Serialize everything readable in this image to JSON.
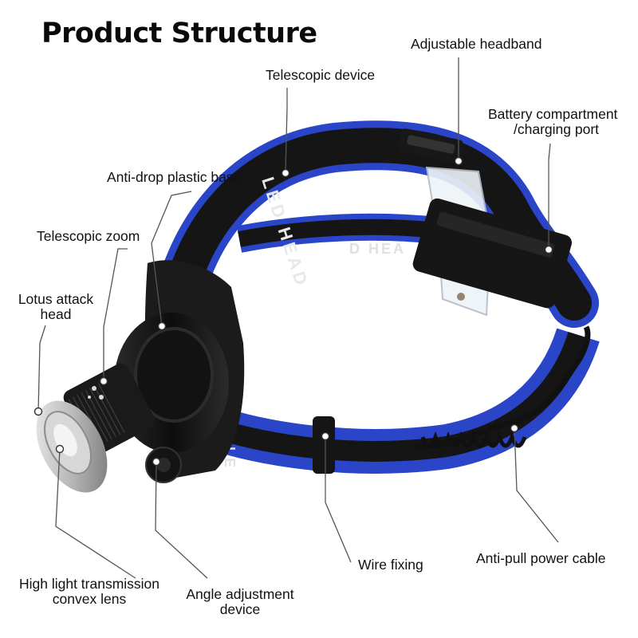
{
  "title": "Product Structure",
  "labels": {
    "adjustable_headband": "Adjustable headband",
    "telescopic_device": "Telescopic device",
    "battery_compartment": [
      "Battery compartment",
      "/charging port"
    ],
    "anti_drop_base": "Anti-drop plastic base",
    "telescopic_zoom": "Telescopic zoom",
    "lotus_attack_head": [
      "Lotus attack",
      "head"
    ],
    "high_light_lens": [
      "High light transmission",
      "convex lens"
    ],
    "angle_adjustment": [
      "Angle adjustment",
      "device"
    ],
    "wire_fixing": "Wire fixing",
    "anti_pull_cable": "Anti-pull power cable"
  },
  "colors": {
    "strap_blue": "#2a45c8",
    "strap_black": "#151515",
    "body_black": "#1b1b1b",
    "lens_silver": "#c9c9c9",
    "leader_line": "#555555"
  },
  "strap_text": {
    "led_head": "LED HEAD",
    "d_hea": "D HEA",
    "le": "LE"
  }
}
